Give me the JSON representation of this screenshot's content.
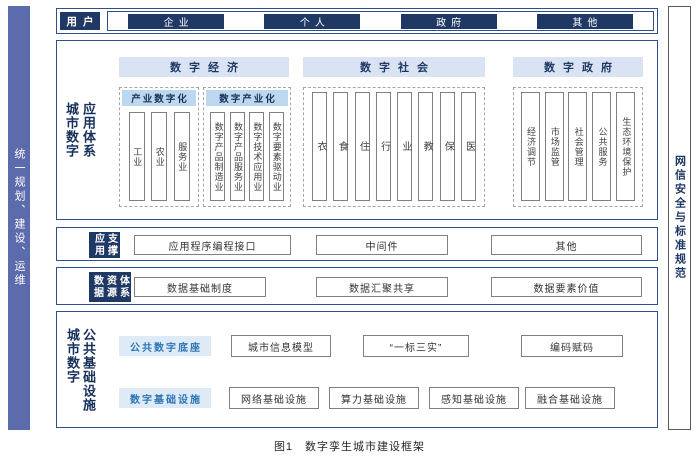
{
  "colors": {
    "navy_box": "#1F3864",
    "left_bar": "#5C6BAC",
    "section_border": "#2F4E8C",
    "economy_header_bg": "#DAE3F3",
    "sub_header_bg": "#BDD7EE",
    "blue_label_text": "#2E75B6",
    "blue_label_bg": "#DEEBF7"
  },
  "left_bar": {
    "label": "统一规划、建设、运维"
  },
  "right_bar": {
    "label": "网信安全与标准规范"
  },
  "user_row": {
    "label": "用户",
    "items": [
      "企业",
      "个人",
      "政府",
      "其他"
    ]
  },
  "app_system": {
    "label": "城市数字\n应用体系",
    "economy": {
      "title": "数字经济",
      "industry_digitalization": {
        "title": "产业数字化",
        "items": [
          "工业",
          "农业",
          "服务业"
        ]
      },
      "digital_industrialization": {
        "title": "数字产业化",
        "items": [
          "数字产品制造业",
          "数字产品服务业",
          "数字技术应用业",
          "数字要素驱动业"
        ]
      }
    },
    "society": {
      "title": "数字社会",
      "items": [
        "衣",
        "食",
        "住",
        "行",
        "业",
        "教",
        "保",
        "医"
      ]
    },
    "government": {
      "title": "数字政府",
      "items": [
        "经济调节",
        "市场监管",
        "社会管理",
        "公共服务",
        "生态环境保护"
      ]
    }
  },
  "app_support": {
    "label": "应用\n支撑",
    "items": [
      "应用程序编程接口",
      "中间件",
      "其他"
    ]
  },
  "data_resource": {
    "label": "数据\n资源\n体系",
    "items": [
      "数据基础制度",
      "数据汇聚共享",
      "数据要素价值"
    ]
  },
  "infrastructure": {
    "label": "城市数字\n公共基础设施",
    "public_digital_base": {
      "title": "公共数字底座",
      "items": [
        "城市信息模型",
        "“一标三实”",
        "编码赋码"
      ]
    },
    "digital_infrastructure": {
      "title": "数字基础设施",
      "items": [
        "网络基础设施",
        "算力基础设施",
        "感知基础设施",
        "融合基础设施"
      ]
    }
  },
  "caption": "图1　数字孪生城市建设框架"
}
